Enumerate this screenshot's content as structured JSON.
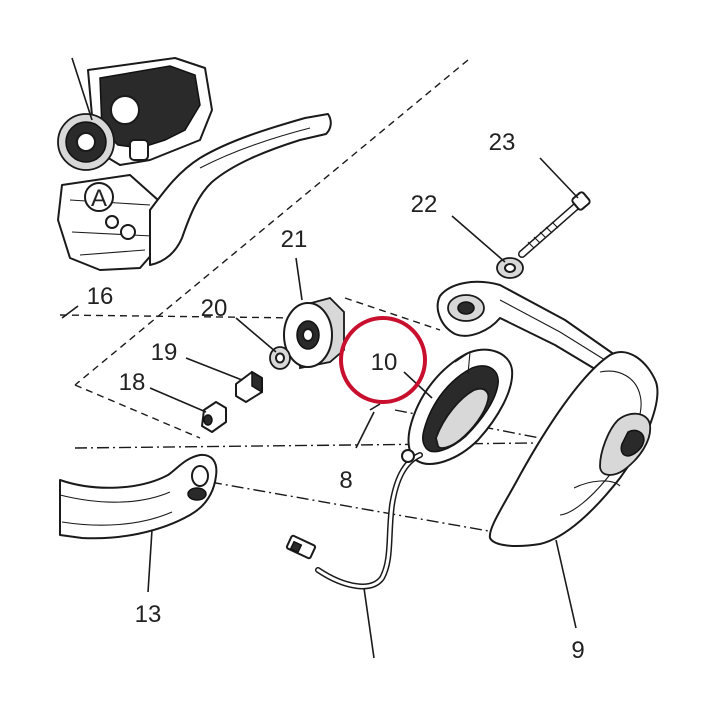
{
  "callouts": {
    "c23": "23",
    "c22": "22",
    "c21": "21",
    "c20": "20",
    "c19": "19",
    "c18": "18",
    "c16": "16",
    "c10": "10",
    "c8": "8",
    "c13": "13",
    "c9": "9",
    "detail_a": "A"
  },
  "colors": {
    "highlight_ring": "#c8102e",
    "ink": "#1a1a1a"
  }
}
